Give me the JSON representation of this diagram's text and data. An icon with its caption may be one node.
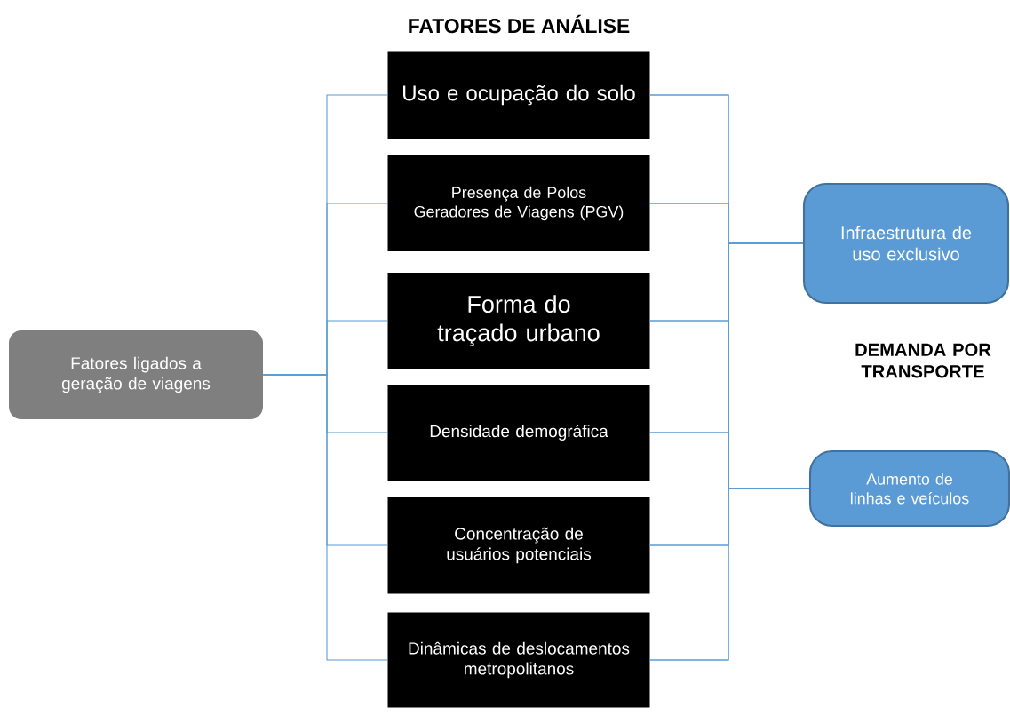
{
  "diagram": {
    "title": "FATORES DE ANÁLISE",
    "nodes": [
      {
        "text": [
          "Fatores ligados a geração de viagens"
        ]
      },
      {
        "text": [
          "Uso e ocupação do solo"
        ]
      },
      {
        "text": [
          "Presença de Polos Geradores de Viagens (PGV)"
        ]
      },
      {
        "text": [
          "Forma do traçado urbano"
        ]
      },
      {
        "text": [
          "Densidade demográfica"
        ]
      },
      {
        "text": [
          "Concentração de usuários potenciais"
        ]
      },
      {
        "text": [
          "Dinâmicas de deslocamentos metropolitanos"
        ]
      },
      {
        "text": [
          "Infraestrutura de uso exclusivo"
        ]
      },
      {
        "text": [
          "Aumento de linhas e veículos"
        ]
      }
    ],
    "edges": [
      {
        "from": 0,
        "to": 1,
        "arrow": "none"
      },
      {
        "from": 0,
        "to": 2,
        "arrow": "none"
      },
      {
        "from": 0,
        "to": 3,
        "arrow": "none"
      },
      {
        "from": 0,
        "to": 4,
        "arrow": "none"
      },
      {
        "from": 0,
        "to": 5,
        "arrow": "none"
      },
      {
        "from": 0,
        "to": 6,
        "arrow": "none"
      },
      {
        "from": 1,
        "to": 7,
        "arrow": "none"
      },
      {
        "from": 2,
        "to": 7,
        "arrow": "none"
      },
      {
        "from": 3,
        "to": 7,
        "arrow": "none"
      },
      {
        "from": 4,
        "to": 7,
        "arrow": "none"
      },
      {
        "from": 5,
        "to": 7,
        "arrow": "none"
      },
      {
        "from": 6,
        "to": 7,
        "arrow": "none"
      },
      {
        "from": 1,
        "to": 8,
        "arrow": "none"
      },
      {
        "from": 2,
        "to": 8,
        "arrow": "none"
      },
      {
        "from": 3,
        "to": 8,
        "arrow": "none"
      },
      {
        "from": 4,
        "to": 8,
        "arrow": "none"
      },
      {
        "from": 5,
        "to": 8,
        "arrow": "none"
      },
      {
        "from": 6,
        "to": 8,
        "arrow": "none"
      }
    ],
    "labels": [
      "DEMANDA POR TRANSPORTE"
    ]
  }
}
